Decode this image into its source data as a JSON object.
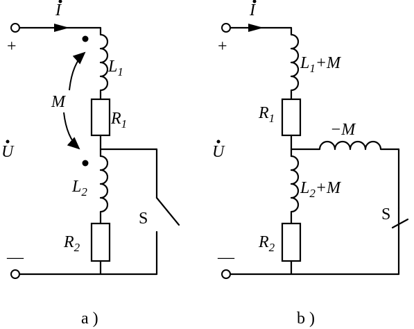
{
  "diagram_a": {
    "current": "I",
    "voltage": "U",
    "plus": "+",
    "minus": "—",
    "inductor1": {
      "letter": "L",
      "sub": "1"
    },
    "inductor2": {
      "letter": "L",
      "sub": "2"
    },
    "resistor1": {
      "letter": "R",
      "sub": "1"
    },
    "resistor2": {
      "letter": "R",
      "sub": "2"
    },
    "mutual": "M",
    "switch": "S",
    "caption": "a )"
  },
  "diagram_b": {
    "current": "I",
    "voltage": "U",
    "plus": "+",
    "minus": "—",
    "inductor1": {
      "letter": "L",
      "sub": "1",
      "suffix": "+M"
    },
    "inductor2": {
      "letter": "L",
      "sub": "2",
      "suffix": "+M"
    },
    "resistor1": {
      "letter": "R",
      "sub": "1"
    },
    "resistor2": {
      "letter": "R",
      "sub": "2"
    },
    "branch_inductor": "−M",
    "switch": "S",
    "caption": "b )"
  }
}
